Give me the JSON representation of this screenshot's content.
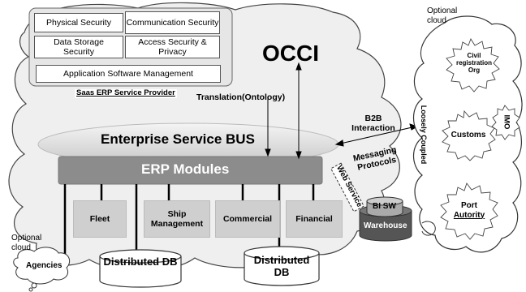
{
  "saas_provider": {
    "boxes": [
      "Physical Security",
      "Communication Security",
      "Data Storage Security",
      "Access Security & Privacy"
    ],
    "app_mgmt": "Application Software Management",
    "label": "Saas ERP Service Provider"
  },
  "occi": "OCCI",
  "translation": "Translation(Ontology)",
  "esb": "Enterprise Service BUS",
  "erp_modules": "ERP Modules",
  "modules": [
    "Fleet",
    "Ship Management",
    "Commercial",
    "Financial"
  ],
  "distributed_db": "Distributed DB",
  "agencies": "Agencies",
  "optional_cloud": "Optional cloud",
  "web_service": "Web Service",
  "bi_sw": "BI SW",
  "warehouse": "Warehouse",
  "b2b": "B2B Interaction",
  "messaging": "Messaging Protocols",
  "loosely_coupled": "Loosely Coupled",
  "right_entities": {
    "civil": "Civil registration Org",
    "customs": "Customs",
    "imo": "IMO",
    "port": "Port Autority"
  }
}
